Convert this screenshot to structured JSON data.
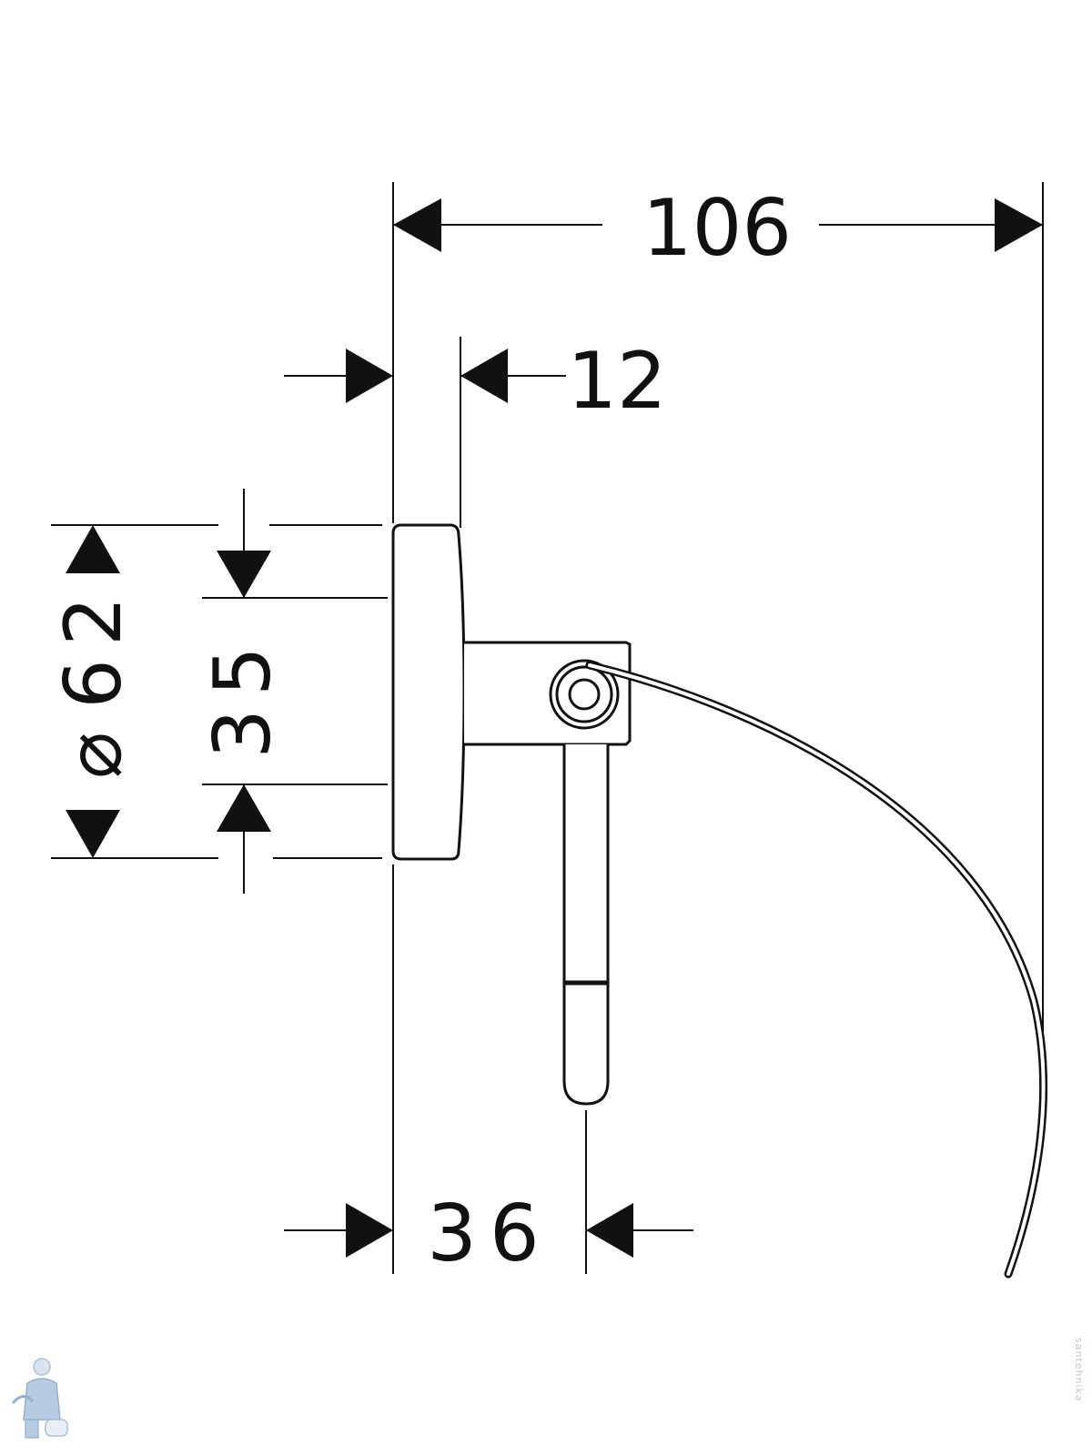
{
  "diagram": {
    "dimensions": {
      "overall_width": "106",
      "plate_depth": "12",
      "diameter_symbol": "⌀",
      "diameter": "62",
      "mount_spacing": "35",
      "hook_offset": "36"
    }
  },
  "colors": {
    "line": "#111111",
    "background": "#ffffff",
    "watermark": "#9db9d6"
  },
  "icons": {
    "watermark_logo": "plumber-figure-icon"
  },
  "watermark_text": "santehnika"
}
